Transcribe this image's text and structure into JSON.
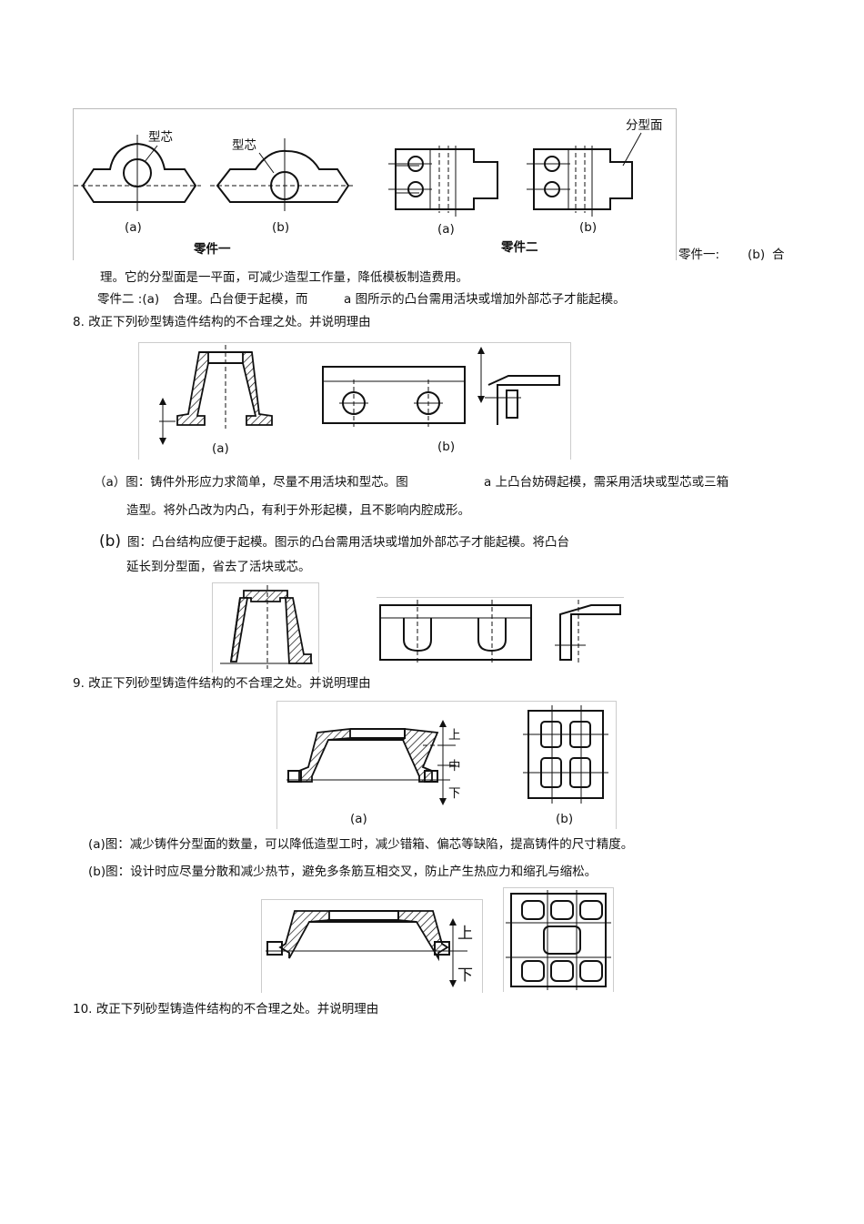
{
  "fig1": {
    "label_core_a": "型芯",
    "label_core_b": "型芯",
    "label_parting": "分型面",
    "cap_a1": "(a)",
    "cap_b1": "(b)",
    "cap_a2": "(a)",
    "cap_b2": "(b)",
    "part1": "零件一",
    "part2": "零件二"
  },
  "q7": {
    "ans1_a": "零件一:",
    "ans1_b": "(b)",
    "ans1_c": "合",
    "ans1_d": "理。它的分型面是一平面，可减少造型工作量，降低模板制造费用。",
    "ans2_a": "零件二 :(a)",
    "ans2_b": "合理。凸台便于起模，而",
    "ans2_c": "a 图所示的凸台需用活块或增加外部芯子才能起模。"
  },
  "q8": {
    "title": "8. 改正下列砂型铸造件结构的不合理之处。并说明理由",
    "cap_a": "(a)",
    "cap_b": "(b)",
    "a_line1_pre": "（a）图：铸件外形应力求简单，尽量不用活块和型芯。图",
    "a_line1_post": "a 上凸台妨碍起模，需采用活块或型芯或三箱",
    "a_line2": "造型。将外凸改为内凸，有利于外形起模，且不影响内腔成形。",
    "b_mark": "(b)",
    "b_line1": "图：凸台结构应便于起模。图示的凸台需用活块或增加外部芯子才能起模。将凸台",
    "b_line2": "延长到分型面，省去了活块或芯。"
  },
  "q9": {
    "title": "9. 改正下列砂型铸造件结构的不合理之处。并说明理由",
    "lbl_up": "上",
    "lbl_mid": "中",
    "lbl_down": "下",
    "cap_a": "(a)",
    "cap_b": "(b)",
    "a_text": "(a)图：减少铸件分型面的数量，可以降低造型工时，减少错箱、偏芯等缺陷，提高铸件的尺寸精度。",
    "b_text": "(b)图：设计时应尽量分散和减少热节，避免多条筋互相交叉，防止产生热应力和缩孔与缩松。",
    "lbl_up2": "上",
    "lbl_down2": "下"
  },
  "q10": {
    "title": "10. 改正下列砂型铸造件结构的不合理之处。并说明理由"
  }
}
